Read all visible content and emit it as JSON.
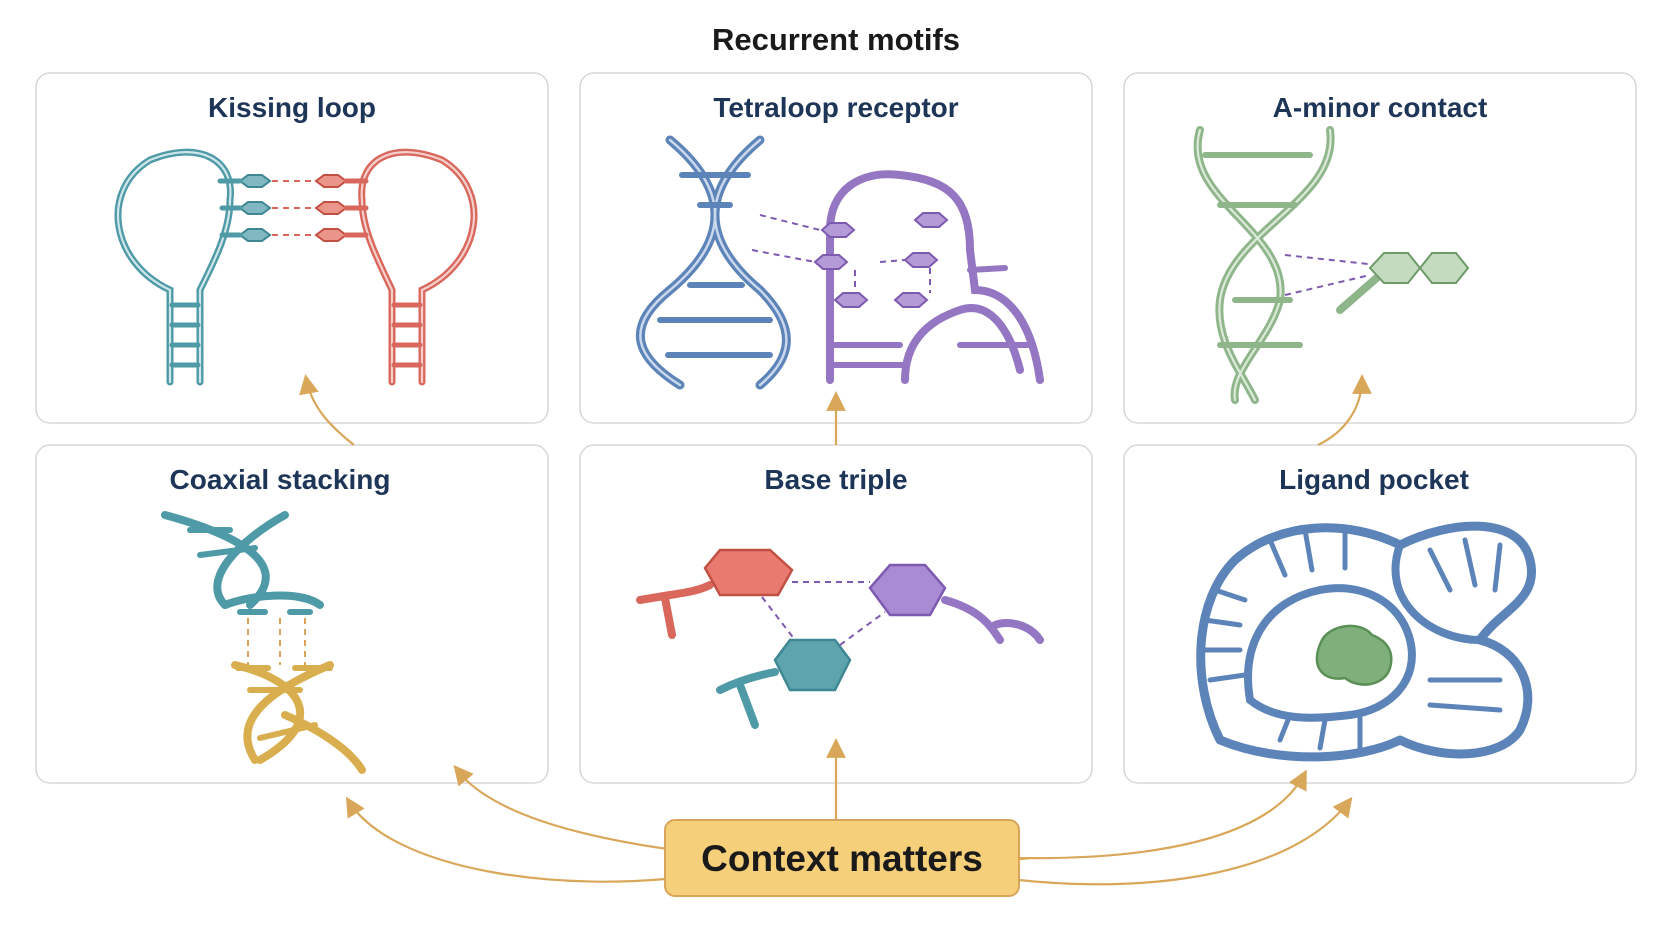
{
  "title": "Recurrent motifs",
  "panels": [
    {
      "id": "kissing-loop",
      "label": "Kissing loop"
    },
    {
      "id": "tetraloop-receptor",
      "label": "Tetraloop receptor"
    },
    {
      "id": "a-minor-contact",
      "label": "A-minor contact"
    },
    {
      "id": "coaxial-stacking",
      "label": "Coaxial stacking"
    },
    {
      "id": "base-triple",
      "label": "Base triple"
    },
    {
      "id": "ligand-pocket",
      "label": "Ligand pocket"
    }
  ],
  "center": {
    "label": "Context matters"
  },
  "colors": {
    "teal": "#4e9aa6",
    "red": "#d9675c",
    "blue": "#5d84b8",
    "purple": "#9476c2",
    "green": "#8fb58a",
    "gold": "#d9ae4f",
    "arrow": "#d9a75a",
    "center_fill": "#f5cf7a",
    "center_border": "#d9a55a"
  }
}
